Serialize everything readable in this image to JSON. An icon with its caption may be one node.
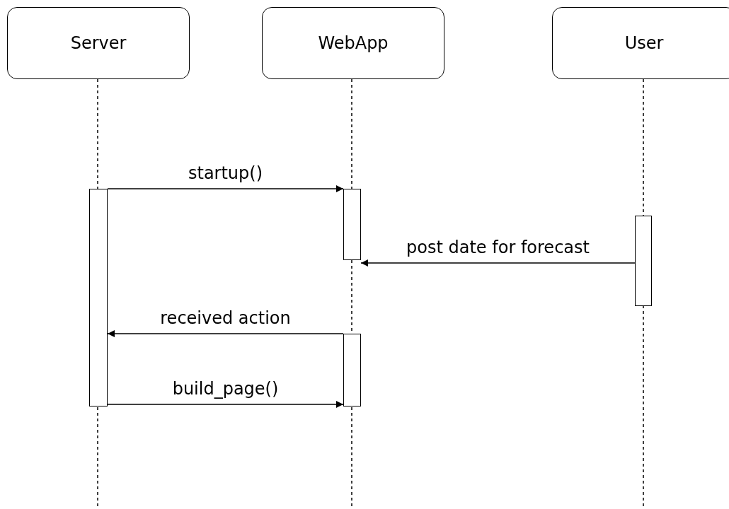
{
  "diagram": {
    "nodes": [
      {
        "text": [
          "Server"
        ]
      },
      {
        "text": [
          "WebApp"
        ]
      },
      {
        "text": [
          "User"
        ]
      },
      {
        "text": [],
        "shape": "bar"
      },
      {
        "text": [],
        "shape": "bar"
      },
      {
        "text": [],
        "shape": "bar"
      },
      {
        "text": [],
        "shape": "bar"
      }
    ],
    "edges": [
      {
        "from": 3,
        "to": 4,
        "arrow": "to",
        "label": "startup()"
      },
      {
        "from": 5,
        "to": 4,
        "arrow": "to",
        "label": "post date for forecast"
      },
      {
        "from": 6,
        "to": 3,
        "arrow": "to",
        "label": "received action"
      },
      {
        "from": 3,
        "to": 6,
        "arrow": "to",
        "label": "build_page()"
      }
    ]
  }
}
